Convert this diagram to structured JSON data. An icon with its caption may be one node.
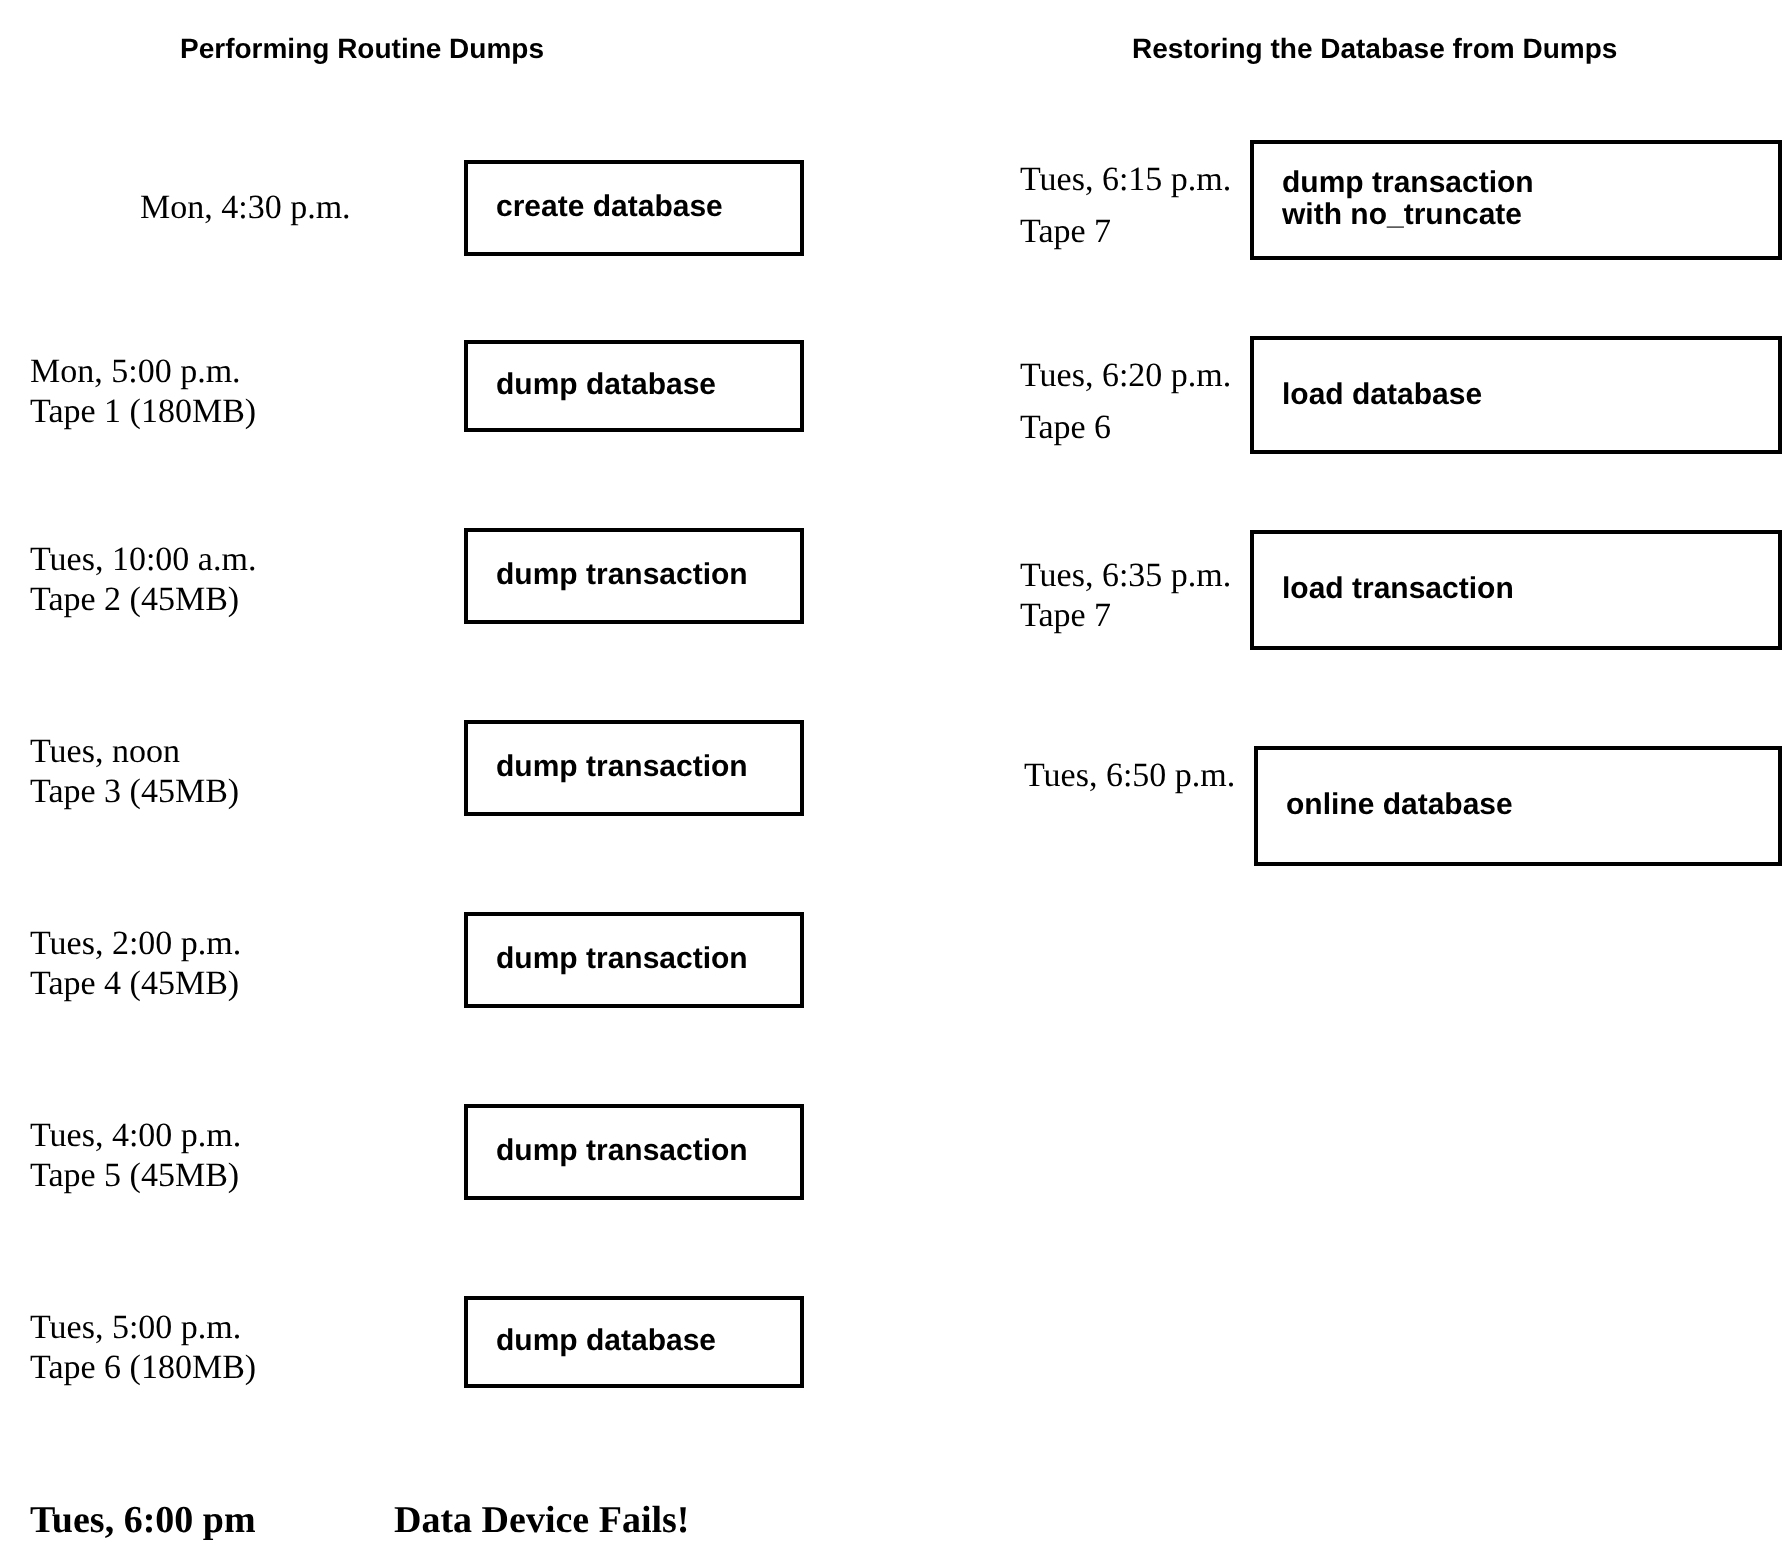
{
  "diagram": {
    "nodes": [
      {
        "text": [
          "create database"
        ],
        "beside": [
          "Mon, 4:30 p.m."
        ]
      },
      {
        "text": [
          "dump database"
        ],
        "beside": [
          "Mon, 5:00 p.m.",
          "Tape 1 (180MB)"
        ]
      },
      {
        "text": [
          "dump transaction"
        ],
        "beside": [
          "Tues, 10:00 a.m.",
          "Tape 2 (45MB)"
        ]
      },
      {
        "text": [
          "dump transaction"
        ],
        "beside": [
          "Tues, noon",
          "Tape 3 (45MB)"
        ]
      },
      {
        "text": [
          "dump transaction"
        ],
        "beside": [
          "Tues, 2:00 p.m.",
          "Tape 4 (45MB)"
        ]
      },
      {
        "text": [
          "dump transaction"
        ],
        "beside": [
          "Tues, 4:00 p.m.",
          "Tape 5 (45MB)"
        ]
      },
      {
        "text": [
          "dump database"
        ],
        "beside": [
          "Tues, 5:00 p.m.",
          "Tape 6 (180MB)"
        ]
      },
      {
        "text": [
          "dump transaction with no_truncate"
        ],
        "beside": [
          "Tues, 6:15 p.m.",
          "Tape 7"
        ]
      },
      {
        "text": [
          "load database"
        ],
        "beside": [
          "Tues, 6:20 p.m.",
          "Tape 6"
        ]
      },
      {
        "text": [
          "load transaction"
        ],
        "beside": [
          "Tues, 6:35 p.m.",
          "Tape 7"
        ]
      },
      {
        "text": [
          "online database"
        ],
        "beside": [
          "Tues, 6:50 p.m."
        ]
      }
    ],
    "labels": [
      "Performing Routine Dumps",
      "Restoring the Database from Dumps",
      "Tues, 6:00 pm",
      "Data Device Fails!"
    ]
  }
}
